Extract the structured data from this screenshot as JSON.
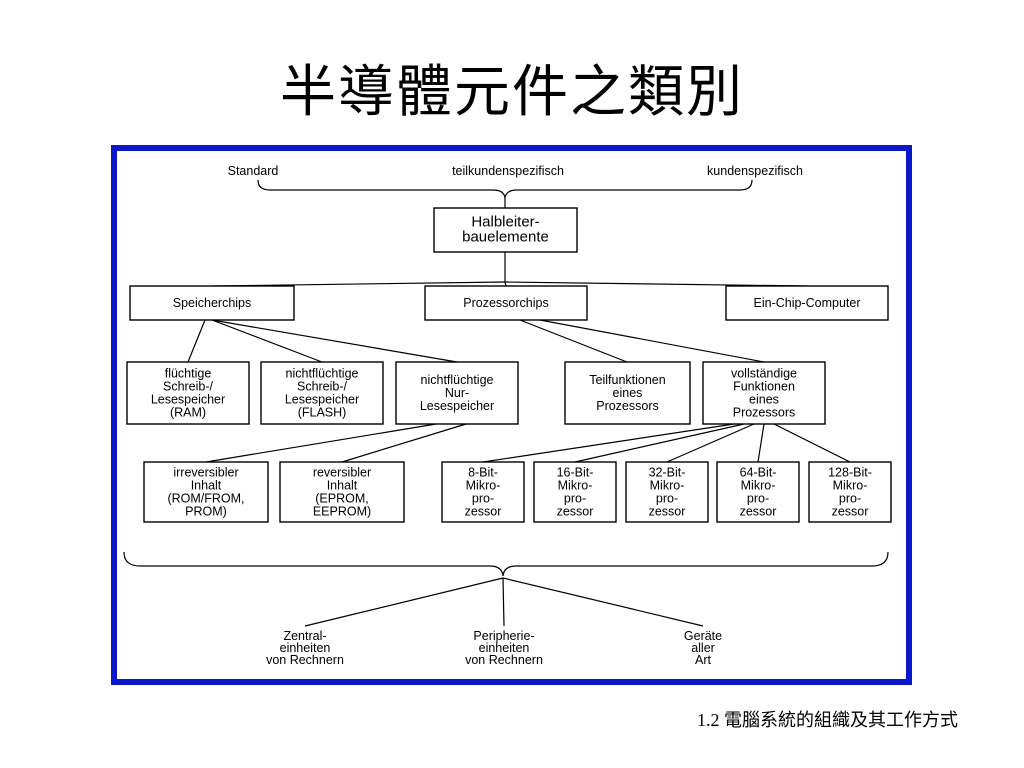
{
  "title": "半導體元件之類別",
  "footer": "1.2  電腦系統的組織及其工作方式",
  "diagram": {
    "top_labels": [
      "Standard",
      "teilkundenspezifisch",
      "kundenspezifisch"
    ],
    "root": [
      "Halbleiter-",
      "bauelemente"
    ],
    "level1": [
      [
        "Speicherchips"
      ],
      [
        "Prozessorchips"
      ],
      [
        "Ein-Chip-Computer"
      ]
    ],
    "level2": [
      [
        "flüchtige",
        "Schreib-/",
        "Lesespeicher",
        "(RAM)"
      ],
      [
        "nichtflüchtige",
        "Schreib-/",
        "Lesespeicher",
        "(FLASH)"
      ],
      [
        "nichtflüchtige",
        "Nur-",
        "Lesespeicher"
      ],
      [
        "Teilfunktionen",
        "eines",
        "Prozessors"
      ],
      [
        "vollständige",
        "Funktionen",
        "eines",
        "Prozessors"
      ]
    ],
    "level3": [
      [
        "irreversibler",
        "Inhalt",
        "(ROM/FROM,",
        "PROM)"
      ],
      [
        "reversibler",
        "Inhalt",
        "(EPROM,",
        "EEPROM)"
      ],
      [
        "8-Bit-",
        "Mikro-",
        "pro-",
        "zessor"
      ],
      [
        "16-Bit-",
        "Mikro-",
        "pro-",
        "zessor"
      ],
      [
        "32-Bit-",
        "Mikro-",
        "pro-",
        "zessor"
      ],
      [
        "64-Bit-",
        "Mikro-",
        "pro-",
        "zessor"
      ],
      [
        "128-Bit-",
        "Mikro-",
        "pro-",
        "zessor"
      ]
    ],
    "bottom_labels": [
      [
        "Zentral-",
        "einheiten",
        "von Rechnern"
      ],
      [
        "Peripherie-",
        "einheiten",
        "von Rechnern"
      ],
      [
        "Geräte",
        "aller",
        "Art"
      ]
    ]
  }
}
